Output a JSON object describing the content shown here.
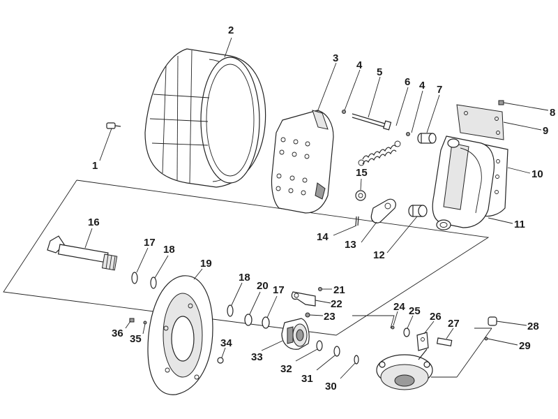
{
  "diagram": {
    "callouts": [
      "1",
      "2",
      "3",
      "4",
      "5",
      "6",
      "4",
      "7",
      "8",
      "9",
      "10",
      "11",
      "15",
      "14",
      "13",
      "12",
      "16",
      "17",
      "18",
      "19",
      "18",
      "20",
      "17",
      "21",
      "22",
      "23",
      "24",
      "25",
      "26",
      "27",
      "28",
      "29",
      "36",
      "35",
      "34",
      "33",
      "32",
      "31",
      "30"
    ]
  }
}
